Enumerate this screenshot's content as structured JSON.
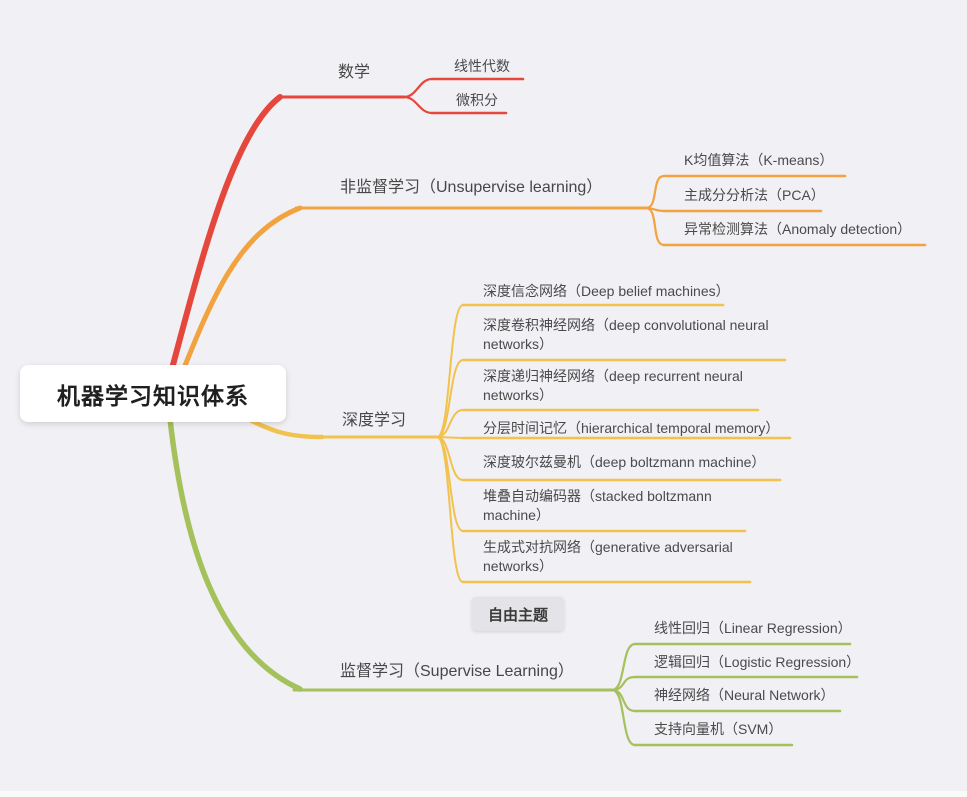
{
  "root": {
    "label": "机器学习知识体系"
  },
  "branches": [
    {
      "label": "数学",
      "color": "#e5473d",
      "children": [
        {
          "label": "线性代数"
        },
        {
          "label": "微积分"
        }
      ]
    },
    {
      "label": "非监督学习（Unsupervise learning）",
      "color": "#f2a23f",
      "children": [
        {
          "label": "K均值算法（K-means）"
        },
        {
          "label": "主成分分析法（PCA）"
        },
        {
          "label": "异常检测算法（Anomaly detection）"
        }
      ]
    },
    {
      "label": "深度学习",
      "color": "#f2c24e",
      "children": [
        {
          "label": "深度信念网络（Deep belief machines）"
        },
        {
          "label": "深度卷积神经网络（deep convolutional neural\nnetworks）"
        },
        {
          "label": "深度递归神经网络（deep recurrent neural\nnetworks）"
        },
        {
          "label": "分层时间记忆（hierarchical temporal memory）"
        },
        {
          "label": "深度玻尔兹曼机（deep boltzmann machine）"
        },
        {
          "label": "堆叠自动编码器（stacked boltzmann\nmachine）"
        },
        {
          "label": "生成式对抗网络（generative adversarial\nnetworks）"
        }
      ]
    },
    {
      "label": "监督学习（Supervise Learning）",
      "color": "#a4c15b",
      "children": [
        {
          "label": "线性回归（Linear Regression）"
        },
        {
          "label": "逻辑回归（Logistic Regression）"
        },
        {
          "label": "神经网络（Neural Network）"
        },
        {
          "label": "支持向量机（SVM）"
        }
      ]
    }
  ],
  "floating_topic": {
    "label": "自由主题"
  }
}
